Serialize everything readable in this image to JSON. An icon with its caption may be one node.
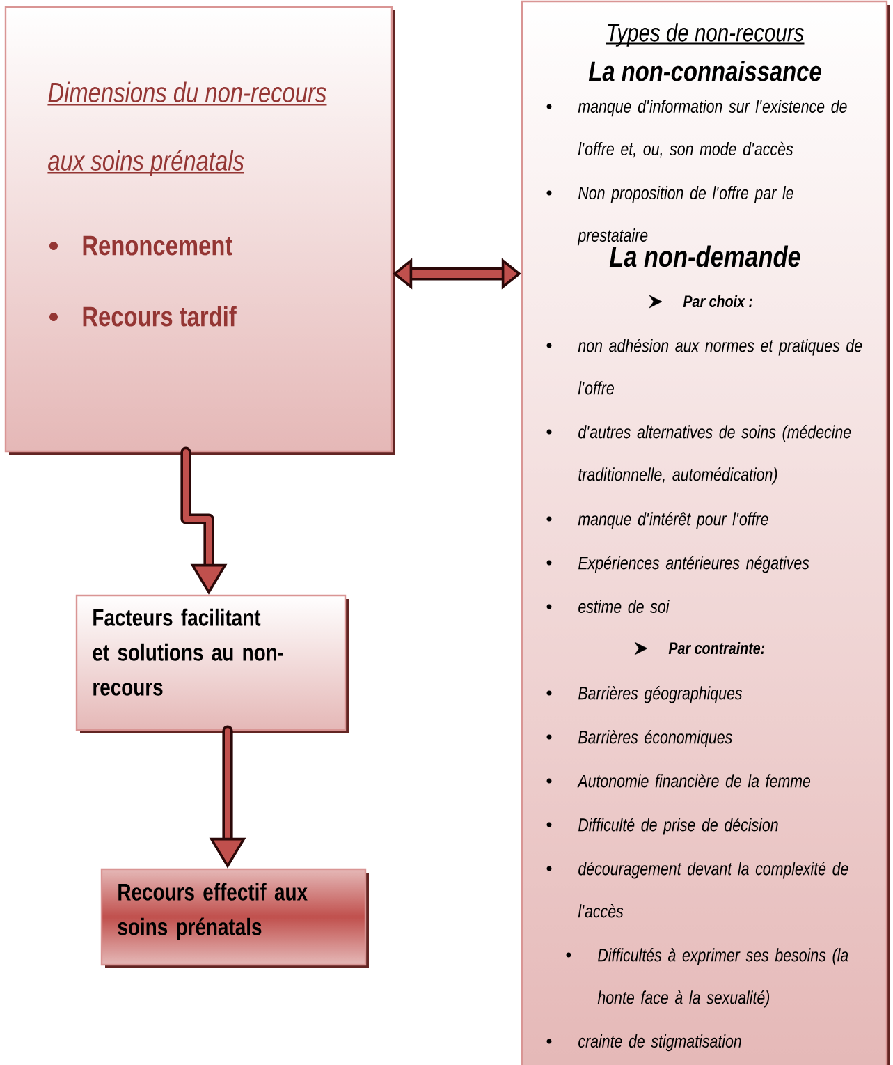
{
  "diagram": {
    "nodes": [
      {
        "text": [
          "Dimensions du non-recours aux soins prénatals",
          "Renoncement",
          "Recours tardif"
        ]
      },
      {
        "text": [
          "Facteurs facilitant et solutions au non-recours"
        ]
      },
      {
        "text": [
          "Recours effectif aux soins prénatals"
        ]
      },
      {
        "text": [
          "Types de non-recours",
          "La non-connaissance",
          "manque d'information sur l'existence de l'offre et, ou, son mode d'accès",
          "Non proposition de l'offre par le prestataire",
          "La non-demande",
          "Par choix :",
          "non adhésion aux normes et pratiques de l'offre",
          "d'autres alternatives de soins (médecine traditionnelle, automédication)",
          "manque d'intérêt pour l'offre",
          "Expériences antérieures négatives",
          "estime de soi",
          "Par contrainte:",
          "Barrières géographiques",
          "Barrières économiques",
          "Autonomie financière de la femme",
          "Difficulté de prise de décision",
          "découragement devant la complexité de l'accès",
          "Difficultés à exprimer ses besoins (la honte face à la sexualité)",
          "crainte de stigmatisation"
        ]
      }
    ],
    "edges": [
      {
        "from": 0,
        "to": 3,
        "arrow": "both"
      },
      {
        "from": 0,
        "to": 1,
        "arrow": "to"
      },
      {
        "from": 1,
        "to": 2,
        "arrow": "to"
      }
    ]
  }
}
